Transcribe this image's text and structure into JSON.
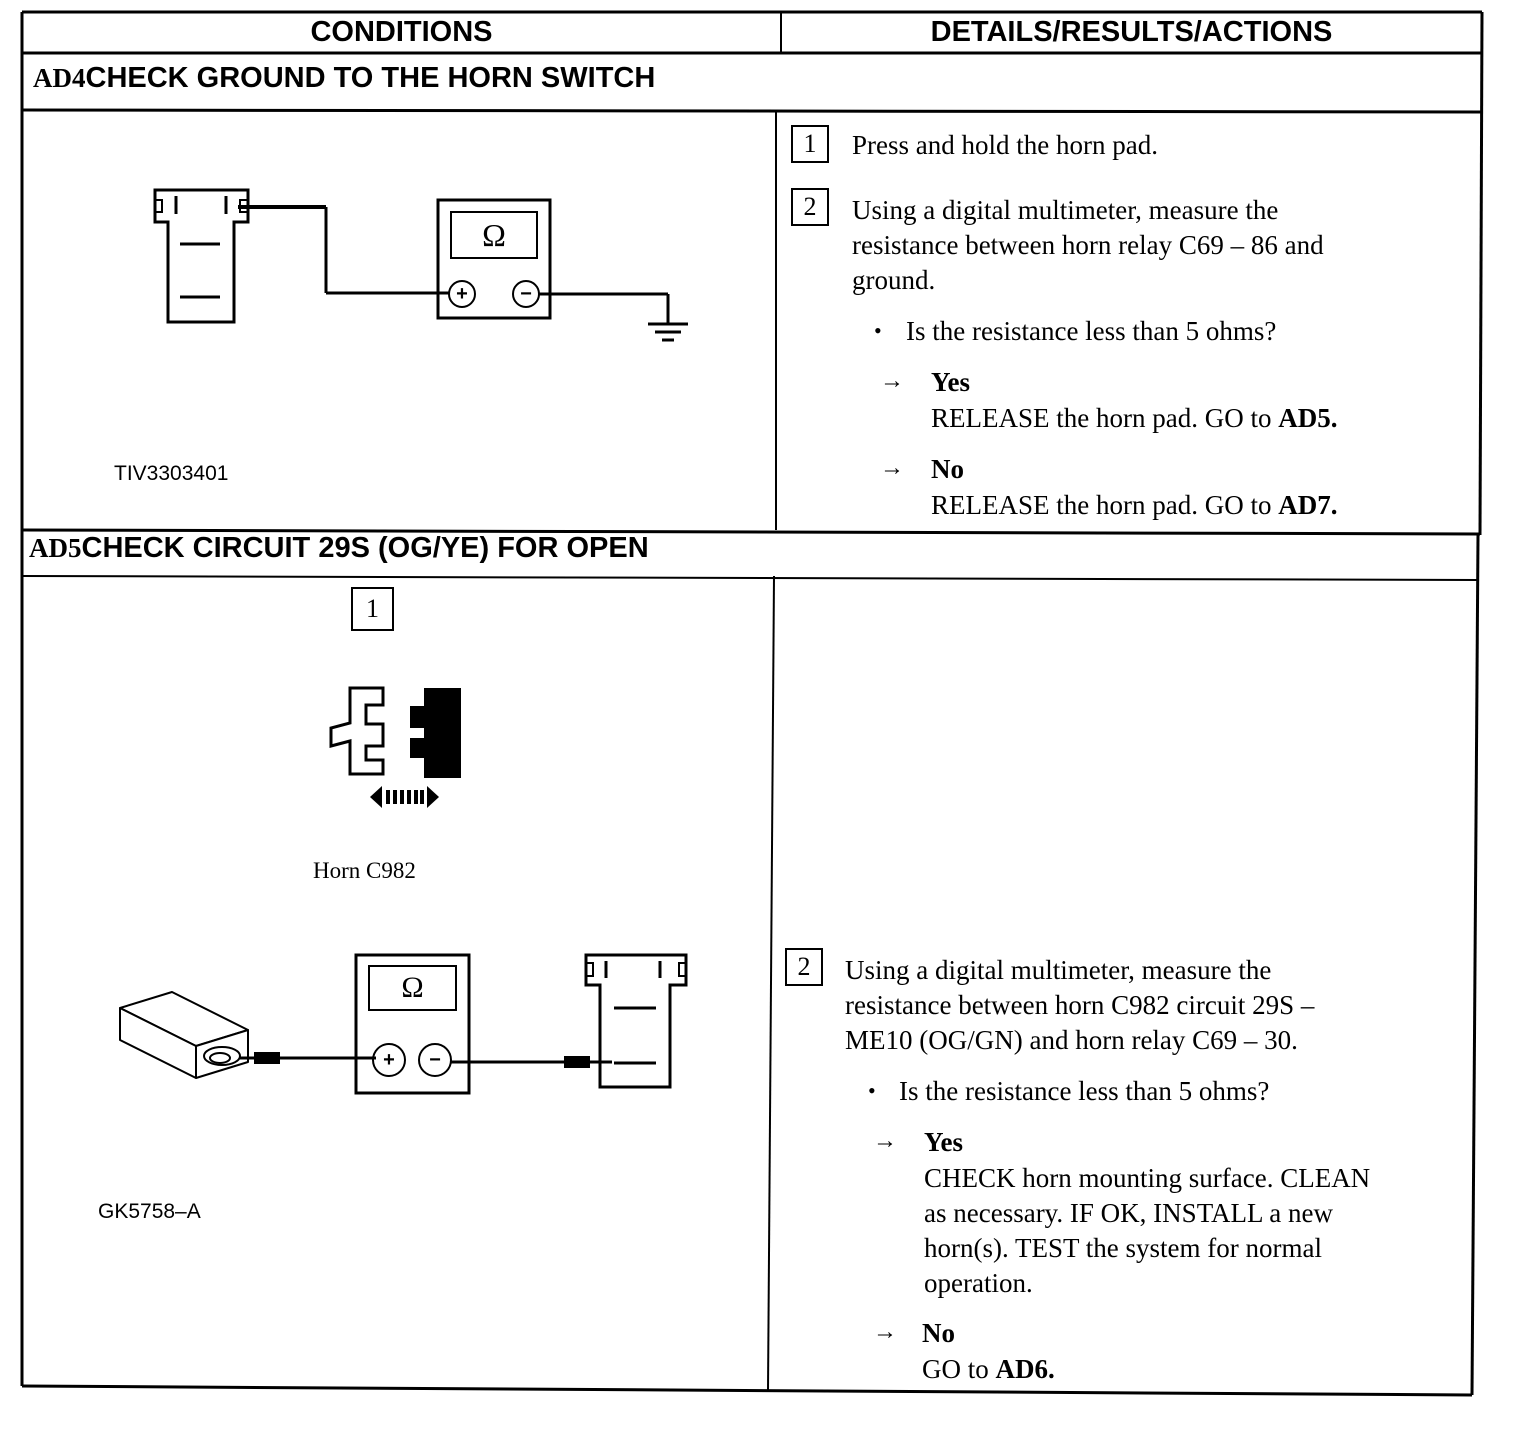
{
  "table": {
    "col_conditions": "CONDITIONS",
    "col_details": "DETAILS/RESULTS/ACTIONS"
  },
  "ad4": {
    "code": "AD4",
    "title": "CHECK GROUND TO THE HORN SWITCH",
    "figure_id": "TIV3303401",
    "meter_symbol": "Ω",
    "step1": {
      "num": "1",
      "text": "Press and hold the horn pad."
    },
    "step2": {
      "num": "2",
      "line1": "Using a digital multimeter, measure the",
      "line2": "resistance between horn relay C69 – 86 and",
      "line3": "ground."
    },
    "question": "Is the resistance less than 5 ohms?",
    "yes": {
      "label": "Yes",
      "text": "RELEASE the horn pad. GO to ",
      "target": "AD5."
    },
    "no": {
      "label": "No",
      "text": "RELEASE the horn pad. GO to ",
      "target": "AD7."
    }
  },
  "ad5": {
    "code": "AD5",
    "title": "CHECK CIRCUIT 29S (OG/YE) FOR OPEN",
    "step1_num": "1",
    "connector_label": "Horn C982",
    "figure_id": "GK5758–A",
    "meter_symbol": "Ω",
    "step2": {
      "num": "2",
      "line1": "Using a digital multimeter, measure the",
      "line2": "resistance between horn C982 circuit 29S –",
      "line3": "ME10 (OG/GN) and horn relay C69 – 30."
    },
    "question": "Is the resistance less than 5 ohms?",
    "yes": {
      "label": "Yes",
      "line1": "CHECK horn mounting surface. CLEAN",
      "line2": "as necessary. IF OK, INSTALL a new",
      "line3": "horn(s). TEST the system for normal",
      "line4": "operation."
    },
    "no": {
      "label": "No",
      "text": "GO to ",
      "target": "AD6."
    }
  },
  "symbols": {
    "bullet": "•",
    "arrow": "→",
    "plus": "+",
    "minus": "−"
  }
}
